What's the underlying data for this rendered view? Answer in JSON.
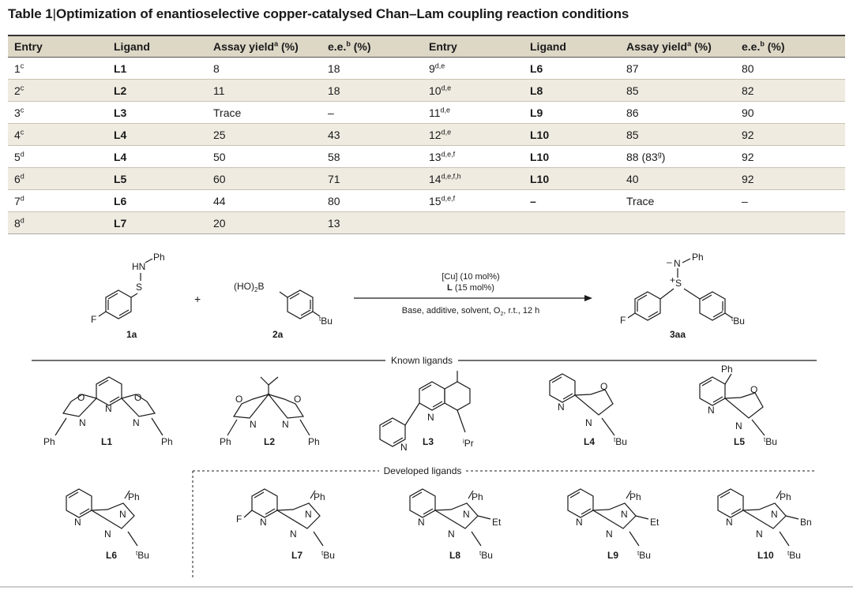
{
  "title": {
    "label": "Table 1",
    "separator": "|",
    "text": "Optimization of enantioselective copper-catalysed Chan–Lam coupling reaction conditions"
  },
  "table": {
    "headers": [
      {
        "text": "Entry",
        "sup": ""
      },
      {
        "text": "Ligand",
        "sup": ""
      },
      {
        "text": "Assay yield",
        "sup": "a",
        "suffix": " (%)"
      },
      {
        "text": "e.e.",
        "sup": "b",
        "suffix": " (%)"
      },
      {
        "text": "Entry",
        "sup": ""
      },
      {
        "text": "Ligand",
        "sup": ""
      },
      {
        "text": "Assay yield",
        "sup": "a",
        "suffix": " (%)"
      },
      {
        "text": "e.e.",
        "sup": "b",
        "suffix": " (%)"
      }
    ],
    "rows": [
      {
        "e1": "1",
        "s1": "c",
        "l1": "L1",
        "y1": "8",
        "ee1": "18",
        "e2": "9",
        "s2": "d,e",
        "l2": "L6",
        "y2": "87",
        "ee2": "80"
      },
      {
        "e1": "2",
        "s1": "c",
        "l1": "L2",
        "y1": "11",
        "ee1": "18",
        "e2": "10",
        "s2": "d,e",
        "l2": "L8",
        "y2": "85",
        "ee2": "82"
      },
      {
        "e1": "3",
        "s1": "c",
        "l1": "L3",
        "y1": "Trace",
        "ee1": "–",
        "e2": "11",
        "s2": "d,e",
        "l2": "L9",
        "y2": "86",
        "ee2": "90"
      },
      {
        "e1": "4",
        "s1": "c",
        "l1": "L4",
        "y1": "25",
        "ee1": "43",
        "e2": "12",
        "s2": "d,e",
        "l2": "L10",
        "y2": "85",
        "ee2": "92"
      },
      {
        "e1": "5",
        "s1": "d",
        "l1": "L4",
        "y1": "50",
        "ee1": "58",
        "e2": "13",
        "s2": "d,e,f",
        "l2": "L10",
        "y2": "88 (83",
        "y2sup": "g",
        "y2end": ")",
        "ee2": "92"
      },
      {
        "e1": "6",
        "s1": "d",
        "l1": "L5",
        "y1": "60",
        "ee1": "71",
        "e2": "14",
        "s2": "d,e,f,h",
        "l2": "L10",
        "y2": "40",
        "ee2": "92"
      },
      {
        "e1": "7",
        "s1": "d",
        "l1": "L6",
        "y1": "44",
        "ee1": "80",
        "e2": "15",
        "s2": "d,e,f",
        "l2": "–",
        "y2": "Trace",
        "ee2": "–"
      },
      {
        "e1": "8",
        "s1": "d",
        "l1": "L7",
        "y1": "20",
        "ee1": "13",
        "e2": "",
        "s2": "",
        "l2": "",
        "y2": "",
        "ee2": ""
      }
    ]
  },
  "scheme": {
    "reactant1": {
      "label": "1a",
      "atoms": {
        "F": "F",
        "S": "S",
        "HN": "HN",
        "Ph": "Ph"
      }
    },
    "plus": "+",
    "reactant2": {
      "label": "2a",
      "atoms": {
        "boronic": "(HO)",
        "sub2": "2",
        "B": "B",
        "tBu_sup": "t",
        "tBu": "Bu"
      }
    },
    "conditions": {
      "line1": "[Cu] (10 mol%)",
      "line2_bold": "L",
      "line2_rest": " (15 mol%)",
      "line3_pre": "Base, additive, solvent, O",
      "line3_sub": "2",
      "line3_post": ", r.t., 12 h"
    },
    "product": {
      "label": "3aa",
      "atoms": {
        "minus": "–",
        "N": "N",
        "Ph": "Ph",
        "plus": "+",
        "S": "S",
        "F": "F",
        "tBu_sup": "t",
        "tBu": "Bu"
      }
    }
  },
  "known_ligands": {
    "heading": "Known ligands",
    "items": [
      {
        "label": "L1",
        "atoms": [
          "O",
          "O",
          "N",
          "N",
          "N",
          "Ph",
          "Ph"
        ]
      },
      {
        "label": "L2",
        "atoms": [
          "O",
          "O",
          "N",
          "N",
          "Ph",
          "Ph"
        ]
      },
      {
        "label": "L3",
        "atoms": [
          "N",
          "N",
          "i",
          "Pr"
        ]
      },
      {
        "label": "L4",
        "atoms": [
          "N",
          "O",
          "N",
          "t",
          "Bu"
        ]
      },
      {
        "label": "L5",
        "atoms": [
          "Ph",
          "N",
          "O",
          "N",
          "t",
          "Bu"
        ]
      }
    ]
  },
  "developed_ligands": {
    "heading": "Developed ligands",
    "items": [
      {
        "label": "L6",
        "atoms": [
          "Ph",
          "N",
          "N",
          "N",
          "t",
          "Bu"
        ]
      },
      {
        "label": "L7",
        "atoms": [
          "F",
          "Ph",
          "N",
          "N",
          "N",
          "t",
          "Bu"
        ]
      },
      {
        "label": "L8",
        "atoms": [
          "Ph",
          "N",
          "N",
          "N",
          "Et",
          "t",
          "Bu"
        ]
      },
      {
        "label": "L9",
        "atoms": [
          "Ph",
          "N",
          "N",
          "N",
          "Et",
          "t",
          "Bu"
        ]
      },
      {
        "label": "L10",
        "atoms": [
          "Ph",
          "N",
          "N",
          "N",
          "Bn",
          "t",
          "Bu"
        ]
      }
    ]
  }
}
